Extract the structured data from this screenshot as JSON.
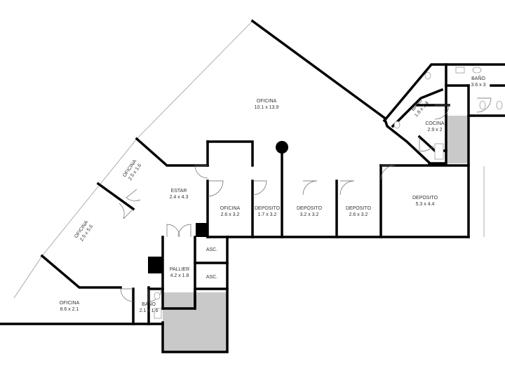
{
  "rooms": [
    {
      "id": "oficina_main",
      "name": "OFICINA",
      "size": "10.1 x 13.9"
    },
    {
      "id": "bano_top",
      "name": "BAÑO",
      "size": "3.6 x 3"
    },
    {
      "id": "bano_mid",
      "name": "BAÑO",
      "size": "1.8 x 1.4"
    },
    {
      "id": "cocina",
      "name": "COCINA",
      "size": "2.9 x 2"
    },
    {
      "id": "oficina_a",
      "name": "OFICINA",
      "size": "2.5 x 1.6"
    },
    {
      "id": "estar",
      "name": "ESTAR",
      "size": "2.4 x 4.3"
    },
    {
      "id": "oficina_b",
      "name": "OFICINA",
      "size": "2.6 x 3.2"
    },
    {
      "id": "deposito_1",
      "name": "DEPOSITO",
      "size": "1.7 x 3.2"
    },
    {
      "id": "deposito_2",
      "name": "DEPOSITO",
      "size": "3.2 x 3.2"
    },
    {
      "id": "deposito_3",
      "name": "DEPOSITO",
      "size": "2.6 x 3.2"
    },
    {
      "id": "deposito_4",
      "name": "DEPOSITO",
      "size": "5.3 x 4.4"
    },
    {
      "id": "oficina_c",
      "name": "OFICINA",
      "size": "2.5 x 5.6"
    },
    {
      "id": "asc_1",
      "name": "ASC.",
      "size": ""
    },
    {
      "id": "asc_2",
      "name": "ASC.",
      "size": ""
    },
    {
      "id": "palier",
      "name": "PALLIER",
      "size": "4.2 x 1.8"
    },
    {
      "id": "oficina_d",
      "name": "OFICINA",
      "size": "8.6 x 2.1"
    },
    {
      "id": "bano_low",
      "name": "BAÑO",
      "size": "2.1 x 1.6"
    }
  ]
}
